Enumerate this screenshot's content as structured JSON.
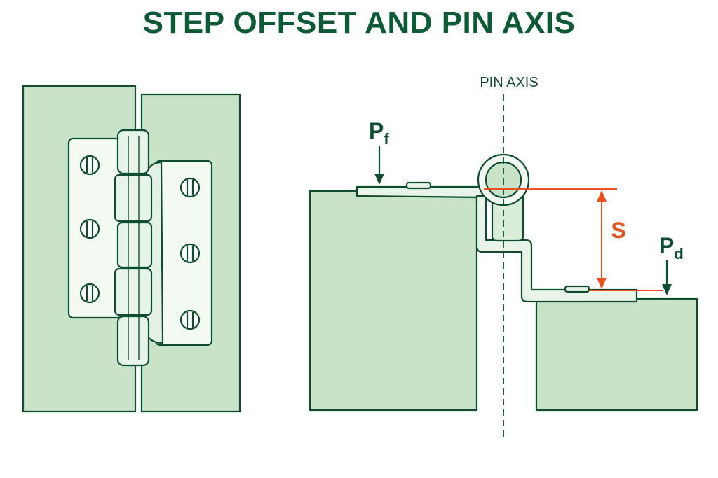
{
  "title": "STEP OFFSET AND PIN AXIS",
  "labels": {
    "pin_axis": "PIN AXIS",
    "force_face": "P",
    "force_face_sub": "f",
    "force_door": "P",
    "force_door_sub": "d",
    "step": "S"
  },
  "colors": {
    "outline": "#0f4d30",
    "fill": "#c8e3c8",
    "leaf_fill": "#f2faf2",
    "title": "#0d5a37",
    "dimension": "#e8501e"
  }
}
